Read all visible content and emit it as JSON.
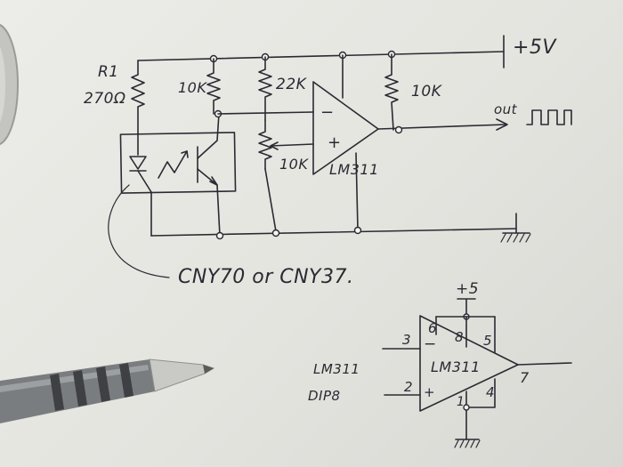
{
  "schematic": {
    "supply_label": "+5V",
    "r1_name": "R1",
    "r1_value": "270Ω",
    "pot1_value": "10K",
    "r_22k_value": "22K",
    "pot2_value": "10K",
    "pullup_value": "10K",
    "opamp_minus": "−",
    "opamp_plus": "+",
    "opamp_part": "LM311",
    "output_label": "out",
    "sensor_caption": "CNY70 or CNY37."
  },
  "pinout": {
    "supply_label": "+5",
    "pin6": "6",
    "pin8": "8",
    "pin5": "5",
    "pin3": "3",
    "pin2": "2",
    "pin7": "7",
    "pin4": "4",
    "pin1": "1",
    "minus": "−",
    "plus": "+",
    "chip_label": "LM311",
    "side_label_1": "LM311",
    "side_label_2": "DIP8"
  },
  "colors": {
    "ink": "#2a2a33",
    "paper": "#e8e8e4",
    "pen_body": "#7a7d80",
    "pen_tip": "#c9c9c6"
  }
}
